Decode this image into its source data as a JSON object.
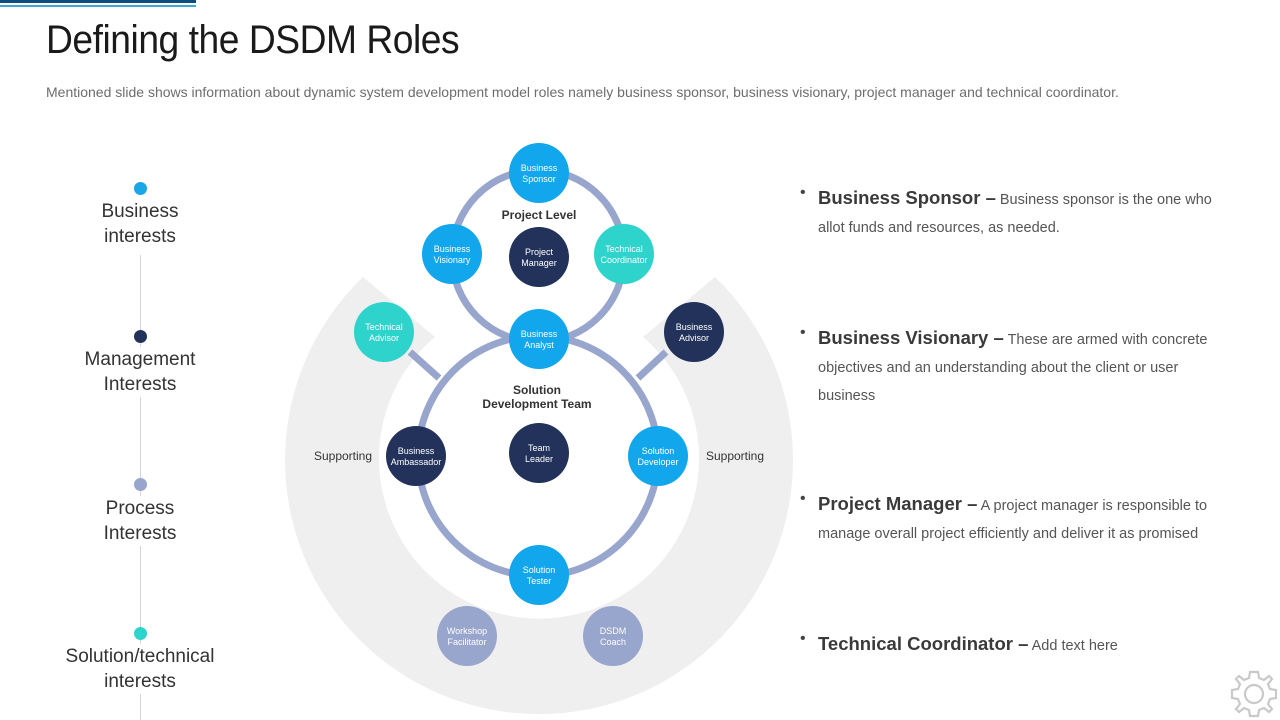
{
  "slide": {
    "title": "Defining the DSDM Roles",
    "subtitle": "Mentioned slide shows information about dynamic system development model roles namely business sponsor, business visionary, project manager and technical coordinator."
  },
  "timeline": [
    {
      "line1": "Business",
      "line2": "interests",
      "color": "#1aa7e8"
    },
    {
      "line1": "Management",
      "line2": "Interests",
      "color": "#22325a"
    },
    {
      "line1": "Process",
      "line2": "Interests",
      "color": "#98a5cc"
    },
    {
      "line1": "Solution/technical",
      "line2": "interests",
      "color": "#2dd4cc"
    }
  ],
  "diagram": {
    "project_level_label": "Project Level",
    "sdt_label_line1": "Solution",
    "sdt_label_line2": "Development  Team",
    "supporting_left": "Supporting",
    "supporting_right": "Supporting",
    "nodes": {
      "business_sponsor": [
        "Business",
        "Sponsor"
      ],
      "business_visionary": [
        "Business",
        "Visionary"
      ],
      "project_manager": [
        "Project",
        "Manager"
      ],
      "technical_coordinator": [
        "Technical",
        "Coordinator"
      ],
      "business_analyst": [
        "Business",
        "Analyst"
      ],
      "technical_advisor": [
        "Technical",
        "Advisor"
      ],
      "business_advisor": [
        "Business",
        "Advisor"
      ],
      "business_ambassador": [
        "Business",
        "Ambassador"
      ],
      "team_leader": [
        "Team",
        "Leader"
      ],
      "solution_developer": [
        "Solution",
        "Developer"
      ],
      "solution_tester": [
        "Solution",
        "Tester"
      ],
      "workshop_facilitator": [
        "Workshop",
        "Facilitator"
      ],
      "dsdm_coach": [
        "DSDM",
        "Coach"
      ]
    },
    "colors": {
      "blue": "#12a6ec",
      "teal": "#2ed3cb",
      "navy": "#22325a",
      "lavender": "#98a5cc",
      "ring": "#98a5cc",
      "arc": "#efefef"
    }
  },
  "bullets": [
    {
      "head": "Business Sponsor –",
      "text": "Business sponsor is the one who allot funds and resources, as needed."
    },
    {
      "head": "Business Visionary –",
      "text": "These are armed with concrete objectives and an understanding about the client or user business"
    },
    {
      "head": "Project Manager –",
      "text": "A project manager is responsible to manage overall project efficiently and deliver it as promised"
    },
    {
      "head": "Technical Coordinator –",
      "text": "Add text here"
    }
  ],
  "icons": {
    "corner": "gear-icon"
  }
}
